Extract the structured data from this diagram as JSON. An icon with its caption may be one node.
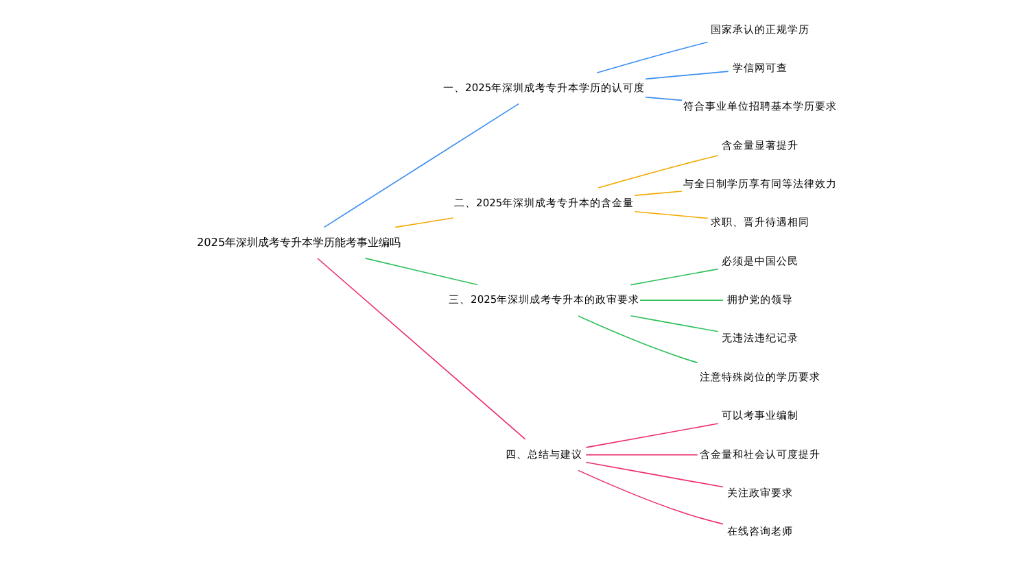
{
  "diagram": {
    "nodes": [
      {
        "text": [
          "2025年深圳成考专升本学历能考事业编吗"
        ]
      },
      {
        "text": [
          "一、2025年深圳成考专升本学历的认可度"
        ]
      },
      {
        "text": [
          "国家承认的正规学历"
        ]
      },
      {
        "text": [
          "学信网可查"
        ]
      },
      {
        "text": [
          "符合事业单位招聘基本学历要求"
        ]
      },
      {
        "text": [
          "二、2025年深圳成考专升本的含金量"
        ]
      },
      {
        "text": [
          "含金量显著提升"
        ]
      },
      {
        "text": [
          "与全日制学历享有同等法律效力"
        ]
      },
      {
        "text": [
          "求职、晋升待遇相同"
        ]
      },
      {
        "text": [
          "三、2025年深圳成考专升本的政审要求"
        ]
      },
      {
        "text": [
          "必须是中国公民"
        ]
      },
      {
        "text": [
          "拥护党的领导"
        ]
      },
      {
        "text": [
          "无违法违纪记录"
        ]
      },
      {
        "text": [
          "注意特殊岗位的学历要求"
        ]
      },
      {
        "text": [
          "四、总结与建议"
        ]
      },
      {
        "text": [
          "可以考事业编制"
        ]
      },
      {
        "text": [
          "含金量和社会认可度提升"
        ]
      },
      {
        "text": [
          "关注政审要求"
        ]
      },
      {
        "text": [
          "在线咨询老师"
        ]
      }
    ],
    "edges": [
      {
        "from": 0,
        "to": 1,
        "arrow": "none",
        "color": "#3b8ef0"
      },
      {
        "from": 1,
        "to": 2,
        "arrow": "none",
        "color": "#3b8ef0"
      },
      {
        "from": 1,
        "to": 3,
        "arrow": "none",
        "color": "#3b8ef0"
      },
      {
        "from": 1,
        "to": 4,
        "arrow": "none",
        "color": "#3b8ef0"
      },
      {
        "from": 0,
        "to": 5,
        "arrow": "none",
        "color": "#f2a900"
      },
      {
        "from": 5,
        "to": 6,
        "arrow": "none",
        "color": "#f2a900"
      },
      {
        "from": 5,
        "to": 7,
        "arrow": "none",
        "color": "#f2a900"
      },
      {
        "from": 5,
        "to": 8,
        "arrow": "none",
        "color": "#f2a900"
      },
      {
        "from": 0,
        "to": 9,
        "arrow": "none",
        "color": "#2fbf5a"
      },
      {
        "from": 9,
        "to": 10,
        "arrow": "none",
        "color": "#2fbf5a"
      },
      {
        "from": 9,
        "to": 11,
        "arrow": "none",
        "color": "#2fbf5a"
      },
      {
        "from": 9,
        "to": 12,
        "arrow": "none",
        "color": "#2fbf5a"
      },
      {
        "from": 9,
        "to": 13,
        "arrow": "none",
        "color": "#2fbf5a"
      },
      {
        "from": 0,
        "to": 14,
        "arrow": "none",
        "color": "#ec2f6b"
      },
      {
        "from": 14,
        "to": 15,
        "arrow": "none",
        "color": "#ec2f6b"
      },
      {
        "from": 14,
        "to": 16,
        "arrow": "none",
        "color": "#ec2f6b"
      },
      {
        "from": 14,
        "to": 17,
        "arrow": "none",
        "color": "#ec2f6b"
      },
      {
        "from": 14,
        "to": 18,
        "arrow": "none",
        "color": "#ec2f6b"
      }
    ]
  }
}
